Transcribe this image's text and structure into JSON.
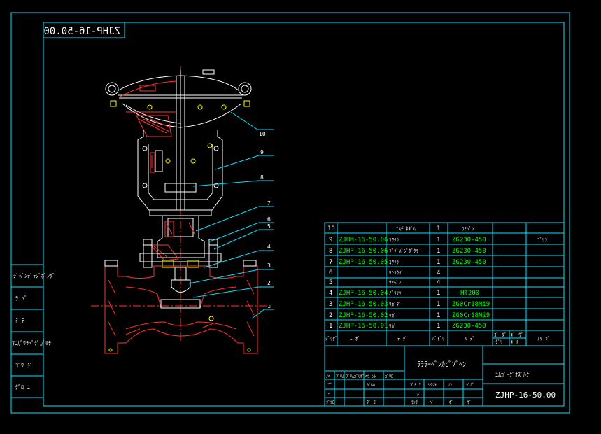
{
  "drawing_number": "ZJHP-16-50.00",
  "drawing_number_mirrored": "ZJHP-16-50.00",
  "drawing_title": "ﾗﾗﾗｰﾍﾞﾝｶﾋﾞｿﾞﾍﾝ",
  "company": "ﾆﾑｶﾞｰｸﾞｵｽﾞﾙｸ",
  "title_cells": {
    "c1": "ﾉﾍ",
    "c2": "ﾌﾞﾘﾑ",
    "c3": "ﾌﾞﾘﾑｶﾞﾘｹﾞ",
    "c4": "ﾍﾂ ﾝﾄ",
    "c5": "ｶﾞﾜﾛ",
    "c6": "ﾉｺﾞ",
    "c7": "ｶﾞﾙﾊ",
    "c8": "ﾅﾍ",
    "c9": "ﾀﾞﾂﾛ",
    "c10": "ﾀﾞ ｺﾞ",
    "c11": "ｺﾞﾐ ﾜ",
    "c12": "ﾘｸﾂﾄ",
    "c13": "ﾘﾝ",
    "c14": "ｼﾞｶﾞ",
    "c15": "ﾗﾝﾗ",
    "c16": "ﾍﾞ",
    "c17": "ﾎﾞ",
    "c18": "ｻﾞ",
    "c19": "ｼﾞ"
  },
  "left_block": [
    "ｼﾞﾍﾞﾝﾃﾞﾗｼﾞﾎﾟﾝｸﾞ",
    "ﾗ ﾍﾞ",
    "ﾐ ﾃ",
    "ﾏﾆｶﾞﾜﾗﾍﾞｸﾞｶﾞﾘﾃ",
    "ｺﾞﾜ ｼﾞ",
    "ﾀﾞﾛ ﾆ"
  ],
  "bom_rows": [
    {
      "no": "10",
      "code": "",
      "name": "ﾆﾑﾁﾞﾈﾀﾞﾑ",
      "qty": "1",
      "material": "ﾗﾐﾍﾞﾝ",
      "note": ""
    },
    {
      "no": "9",
      "code": "ZJHM-16-50.06",
      "name": "ｺﾜｸﾗ",
      "qty": "1",
      "material": "ZG230-450",
      "note": "ｺﾞﾘﾗ"
    },
    {
      "no": "8",
      "code": "ZJHP-16-50.06",
      "name": "ﾌﾞｸﾞﾊﾞｼﾞﾀﾞｸﾗ",
      "qty": "1",
      "material": "ZG230-450",
      "note": ""
    },
    {
      "no": "7",
      "code": "ZJHP-16-50.05",
      "name": "ｺﾜｸﾗ",
      "qty": "1",
      "material": "ZG230-450",
      "note": ""
    },
    {
      "no": "6",
      "code": "",
      "name": "ﾘﾝﾗｳｸﾞ",
      "qty": "4",
      "material": "",
      "note": ""
    },
    {
      "no": "5",
      "code": "",
      "name": "ｻﾘﾍﾞﾝ",
      "qty": "4",
      "material": "",
      "note": ""
    },
    {
      "no": "4",
      "code": "ZJHP-16-50.04",
      "name": "ﾉﾞﾗﾘﾂ",
      "qty": "1",
      "material": "HT200",
      "note": ""
    },
    {
      "no": "3",
      "code": "ZJHP-16-50.03",
      "name": "ﾘｶﾞﾀﾞ",
      "qty": "1",
      "material": "ZG0Cr18Ni9",
      "note": ""
    },
    {
      "no": "2",
      "code": "ZJHP-16-50.02",
      "name": "ﾘｶﾞ",
      "qty": "1",
      "material": "ZG0Cr18Ni9",
      "note": ""
    },
    {
      "no": "1",
      "code": "ZJHP-16-50.01",
      "name": "ﾘｶﾞ",
      "qty": "1",
      "material": "ZG230-450",
      "note": ""
    }
  ],
  "bom_header": {
    "no": "ｼﾞﾘﾀﾞ",
    "code": "ｴ ｵﾞ",
    "name": "ﾃ ｸﾞ",
    "qty": "ﾊﾟﾄﾞﾘ",
    "material": "ﾙ ﾃﾞ",
    "w1": "ｽﾞ ﾀﾞ",
    "w2": "ｷﾞ ｳﾞ",
    "unit": "ﾀﾞﾘ",
    "total": "ｷﾞﾘ",
    "note": "ｱﾘ ﾗﾞ"
  },
  "leaders": [
    "10",
    "9",
    "8",
    "7",
    "6",
    "5",
    "4",
    "3",
    "2",
    "1"
  ],
  "colors": {
    "frame": "#00e5ff",
    "text": "#00ff00",
    "part": "#ffffff",
    "section": "#ff3030",
    "bg": "#000000"
  }
}
